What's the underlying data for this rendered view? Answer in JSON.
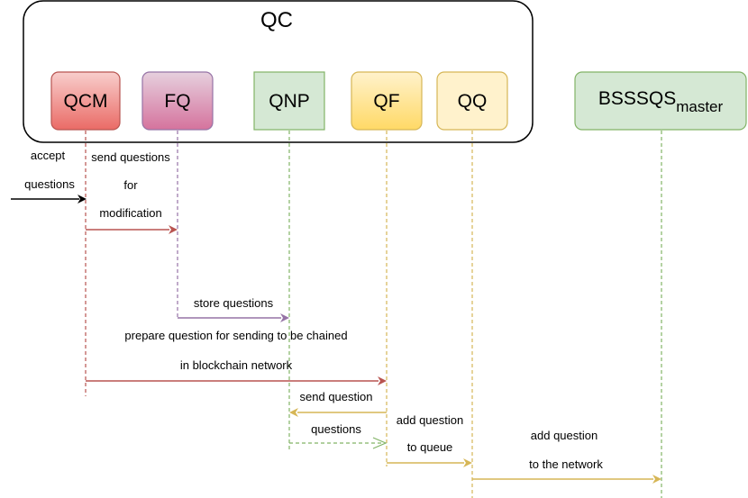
{
  "group": {
    "title": "QC"
  },
  "participants": {
    "qcm": {
      "label": "QCM",
      "fill": "#f0a3a3",
      "stroke": "#b85450",
      "line": "#b85450"
    },
    "fq": {
      "label": "FQ",
      "fill": "#d99ad1",
      "stroke": "#9673a6",
      "line": "#9673a6"
    },
    "qnp": {
      "label": "QNP",
      "fill": "#d5e8d4",
      "stroke": "#82b366",
      "line": "#82b366"
    },
    "qf": {
      "label": "QF",
      "fill": "#ffe38a",
      "stroke": "#d6b656",
      "line": "#d6b656"
    },
    "qq": {
      "label": "QQ",
      "fill": "#fff2cc",
      "stroke": "#d6b656",
      "line": "#d6b656"
    },
    "bsssqs": {
      "label": "BSSSQS",
      "sub": "master",
      "fill": "#d5e8d4",
      "stroke": "#82b366",
      "line": "#82b366"
    }
  },
  "messages": {
    "accept": [
      "accept",
      "questions"
    ],
    "send_mod": [
      "send questions",
      "for",
      "modification"
    ],
    "store": [
      "store questions"
    ],
    "prepare": [
      "prepare question for sending to be chained",
      "in blockchain network"
    ],
    "send_q": [
      "send question"
    ],
    "questions": [
      "questions"
    ],
    "add_queue": [
      "add question",
      "to queue"
    ],
    "add_net": [
      "add question",
      "to the network"
    ]
  }
}
